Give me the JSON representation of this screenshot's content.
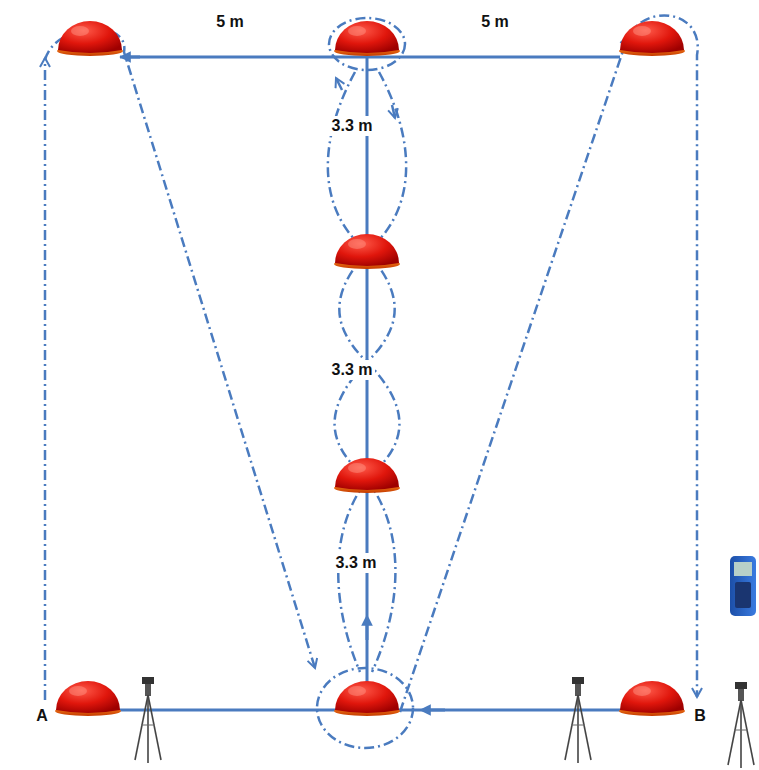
{
  "diagram": {
    "labels": [
      "5 m",
      "5 m",
      "3.3 m",
      "3.3 m",
      "3.3 m",
      "A",
      "B"
    ]
  }
}
